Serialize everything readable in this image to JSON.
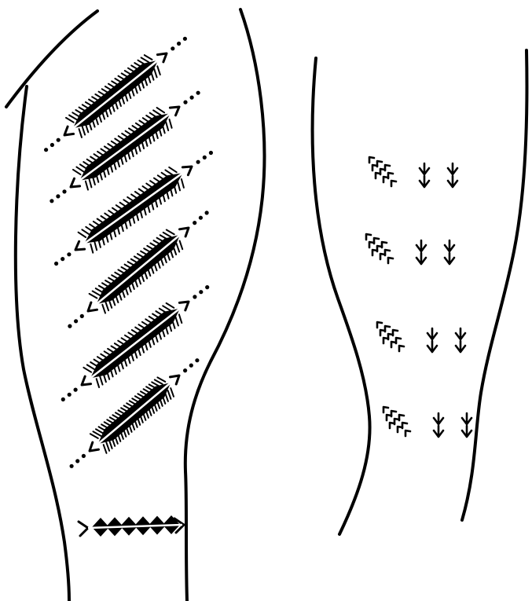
{
  "figure": {
    "description_text": "",
    "ink_color": "#000000",
    "paper_color": "#ffffff",
    "panels": [
      {
        "name": "left-arm-panel",
        "motifs": [
          {
            "kind": "feathered-arrow-band",
            "count": 6
          },
          {
            "kind": "diamond-band",
            "count": 1
          }
        ]
      },
      {
        "name": "right-leg-panel",
        "motifs": [
          {
            "kind": "chevron-cluster-row",
            "count": 4
          }
        ]
      }
    ]
  }
}
